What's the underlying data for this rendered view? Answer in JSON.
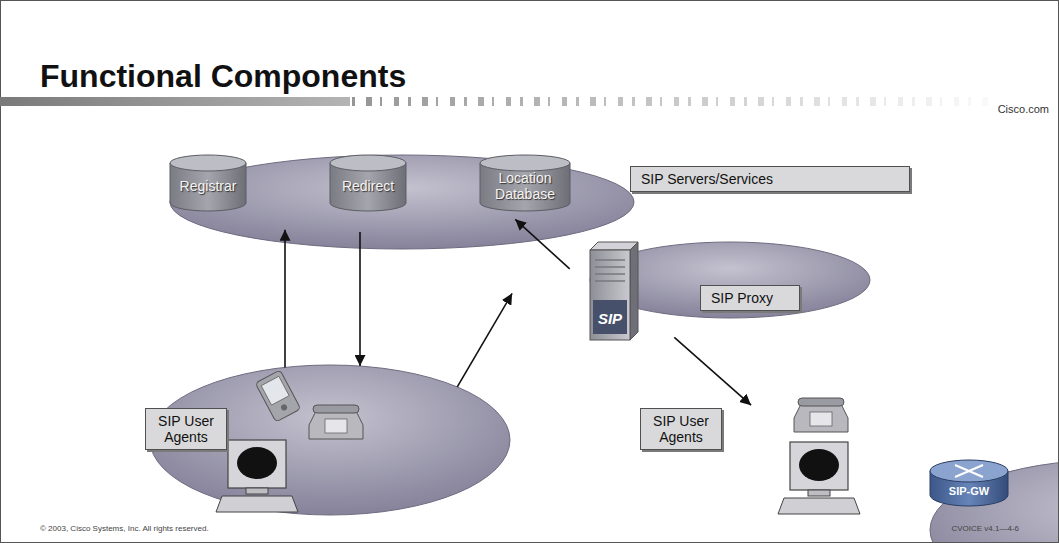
{
  "diagram": {
    "title": "Functional Components",
    "nodes": [
      {
        "text": [
          "SIP Servers/Services"
        ]
      },
      {
        "text": [
          "Registrar"
        ],
        "in": 0
      },
      {
        "text": [
          "Redirect"
        ],
        "in": 0
      },
      {
        "text": [
          "Location Database"
        ],
        "in": 0
      },
      {
        "text": [
          "SIP Proxy"
        ]
      },
      {
        "text": [
          "SIP"
        ],
        "in": 4
      },
      {
        "text": [
          "SIP User Agents"
        ]
      },
      {
        "text": [
          "SIP User Agents"
        ]
      },
      {
        "text": [
          "SIP-GW"
        ],
        "in": 7
      }
    ],
    "edges": [
      {
        "from": 6,
        "to": 0,
        "arrow": "to"
      },
      {
        "from": 0,
        "to": 6,
        "arrow": "to"
      },
      {
        "from": 6,
        "to": 4,
        "arrow": "to"
      },
      {
        "from": 4,
        "to": 0,
        "arrow": "to"
      },
      {
        "from": 4,
        "to": 7,
        "arrow": "to"
      }
    ],
    "labels": [
      "Cisco.com",
      "© 2003, Cisco Systems, Inc. All rights reserved.",
      "CVOICE v4.1—4-6"
    ]
  }
}
